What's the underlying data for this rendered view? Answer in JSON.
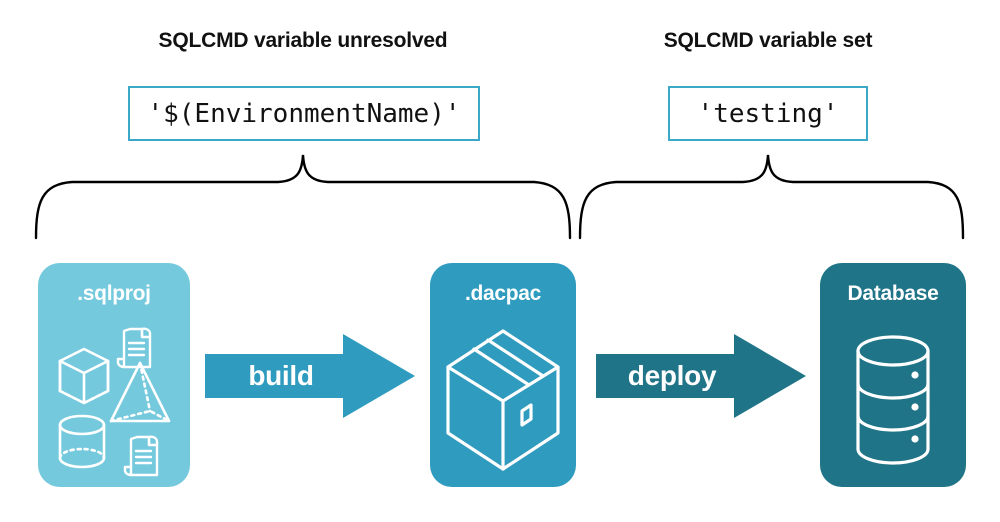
{
  "titles": {
    "left": "SQLCMD variable unresolved",
    "right": "SQLCMD variable set"
  },
  "code_values": {
    "left": "'$(EnvironmentName)'",
    "right": "'testing'"
  },
  "stages": [
    {
      "label": ".sqlproj",
      "color": "#74c9dd",
      "icon": "wireframe-shapes-icon"
    },
    {
      "label": ".dacpac",
      "color": "#2e9bbf",
      "icon": "package-box-icon"
    },
    {
      "label": "Database",
      "color": "#1f7487",
      "icon": "database-cylinder-icon"
    }
  ],
  "arrows": [
    {
      "label": "build",
      "color": "#2e9bbf"
    },
    {
      "label": "deploy",
      "color": "#1f7487"
    }
  ],
  "colors": {
    "light_teal": "#74c9dd",
    "mid_teal": "#2e9bbf",
    "dark_teal": "#1f7487",
    "code_border": "#3aa8c6",
    "brace_stroke": "#000000",
    "text_dark": "#111111",
    "background": "#ffffff"
  },
  "braces": {
    "left_span_label": "SQLCMD variable unresolved",
    "right_span_label": "SQLCMD variable set"
  }
}
